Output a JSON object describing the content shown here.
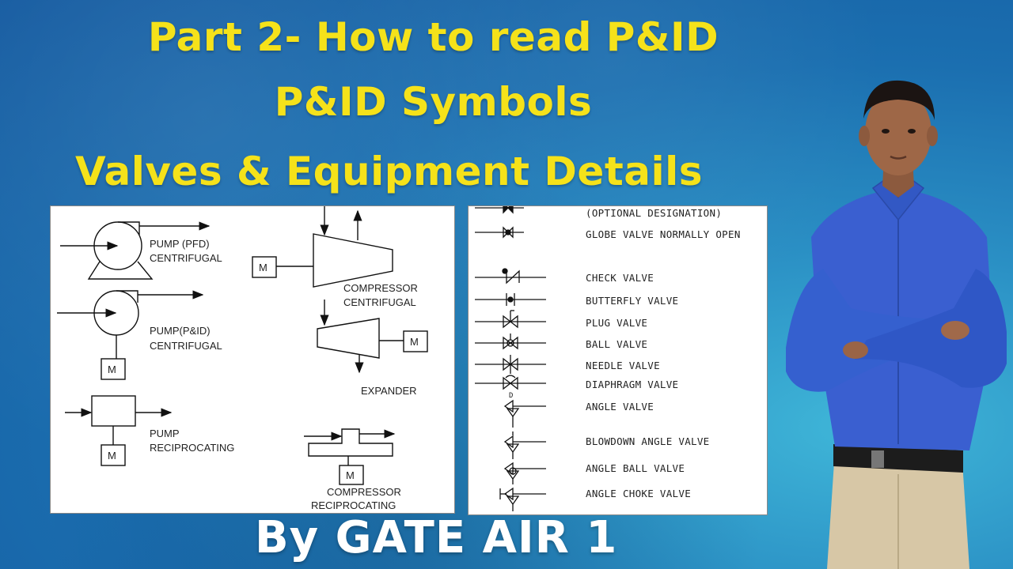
{
  "titles": {
    "line1": "Part 2- How to read P&ID",
    "line2": "P&ID Symbols",
    "line3": "Valves & Equipment Details"
  },
  "left_panel": {
    "pump_pfd": [
      "PUMP (PFD)",
      "CENTRIFUGAL"
    ],
    "pump_pid": [
      "PUMP(P&ID)",
      "CENTRIFUGAL"
    ],
    "pump_recip": [
      "PUMP",
      "RECIPROCATING"
    ],
    "compressor_cent": [
      "COMPRESSOR",
      "CENTRIFUGAL"
    ],
    "expander": "EXPANDER",
    "compressor_recip": [
      "COMPRESSOR",
      "RECIPROCATING"
    ],
    "motor": "M"
  },
  "right_panel": {
    "valves": [
      "(OPTIONAL DESIGNATION)",
      "GLOBE VALVE NORMALLY OPEN",
      "CHECK VALVE",
      "BUTTERFLY VALVE",
      "PLUG VALVE",
      "BALL VALVE",
      "NEEDLE VALVE",
      "DIAPHRAGM VALVE",
      "ANGLE VALVE",
      "BLOWDOWN ANGLE VALVE",
      "ANGLE BALL VALVE",
      "ANGLE CHOKE VALVE"
    ],
    "diaphragm_mark": "D"
  },
  "byline": "By GATE AIR 1",
  "colors": {
    "title": "#f5e21a",
    "byline": "#ffffff",
    "shirt": "#3a5fd0"
  }
}
